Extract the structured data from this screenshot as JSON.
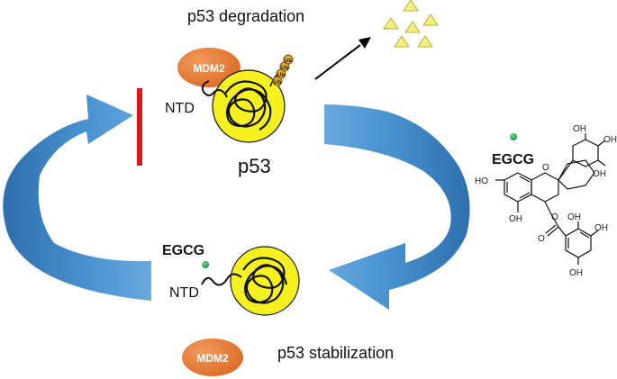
{
  "title_top": "p53 degradation",
  "title_bottom": "p53 stabilization",
  "top_protein": {
    "label": "p53",
    "tail_label": "NTD",
    "binder_label": "MDM2",
    "ub_tag": "Ub"
  },
  "bottom_protein": {
    "tail_label": "NTD",
    "binder_label": "EGCG"
  },
  "free_mdm2_label": "MDM2",
  "egcg_structure": {
    "name": "EGCG",
    "oh": "OH",
    "ho": "HO",
    "o": "O"
  },
  "colors": {
    "arrow_blue": "#3f86c4",
    "protein_yellow": "#f5f020",
    "mdm2_orange": "#e5752f",
    "inhibit_red": "#e0141b",
    "egcg_green": "#1f9a52",
    "fragment_yellow": "#f4ef80"
  }
}
